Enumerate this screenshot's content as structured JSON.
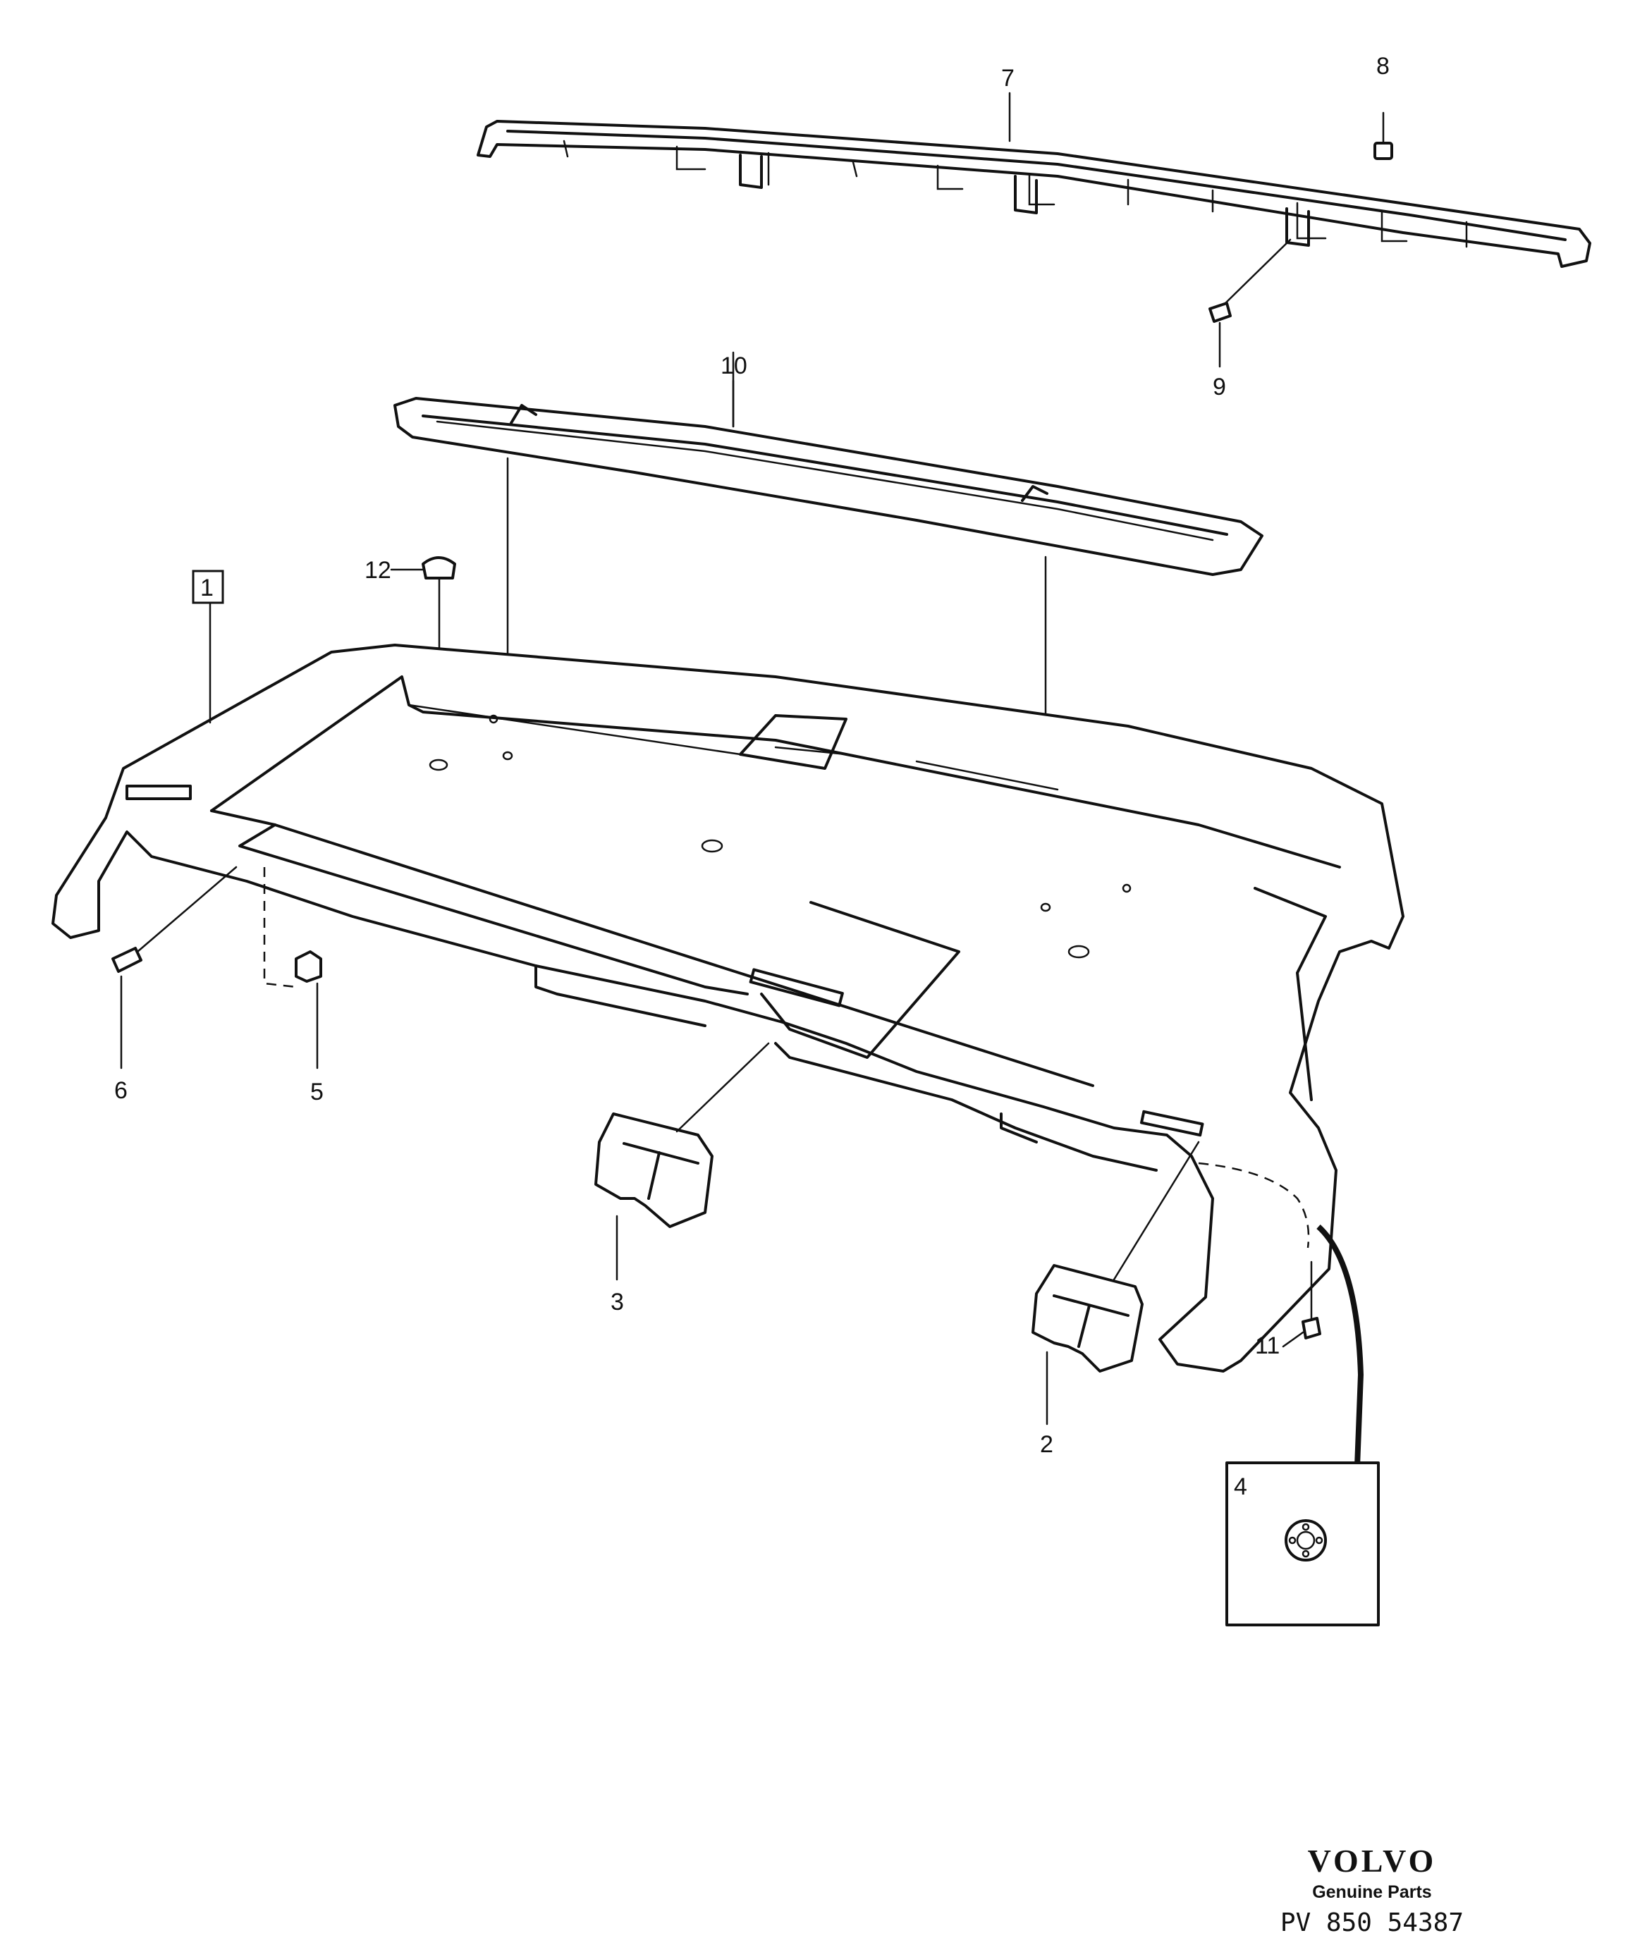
{
  "diagram": {
    "parts": [
      {
        "id": "p1",
        "label": "1",
        "boxed": true
      },
      {
        "id": "p2",
        "label": "2"
      },
      {
        "id": "p3",
        "label": "3"
      },
      {
        "id": "p4",
        "label": "4"
      },
      {
        "id": "p5",
        "label": "5"
      },
      {
        "id": "p6",
        "label": "6"
      },
      {
        "id": "p7",
        "label": "7"
      },
      {
        "id": "p8",
        "label": "8"
      },
      {
        "id": "p9",
        "label": "9"
      },
      {
        "id": "p10",
        "label": "10"
      },
      {
        "id": "p11",
        "label": "11"
      },
      {
        "id": "p12",
        "label": "12"
      }
    ]
  },
  "branding": {
    "logo": "VOLVO",
    "tagline": "Genuine Parts",
    "code": "PV  850 54387"
  }
}
